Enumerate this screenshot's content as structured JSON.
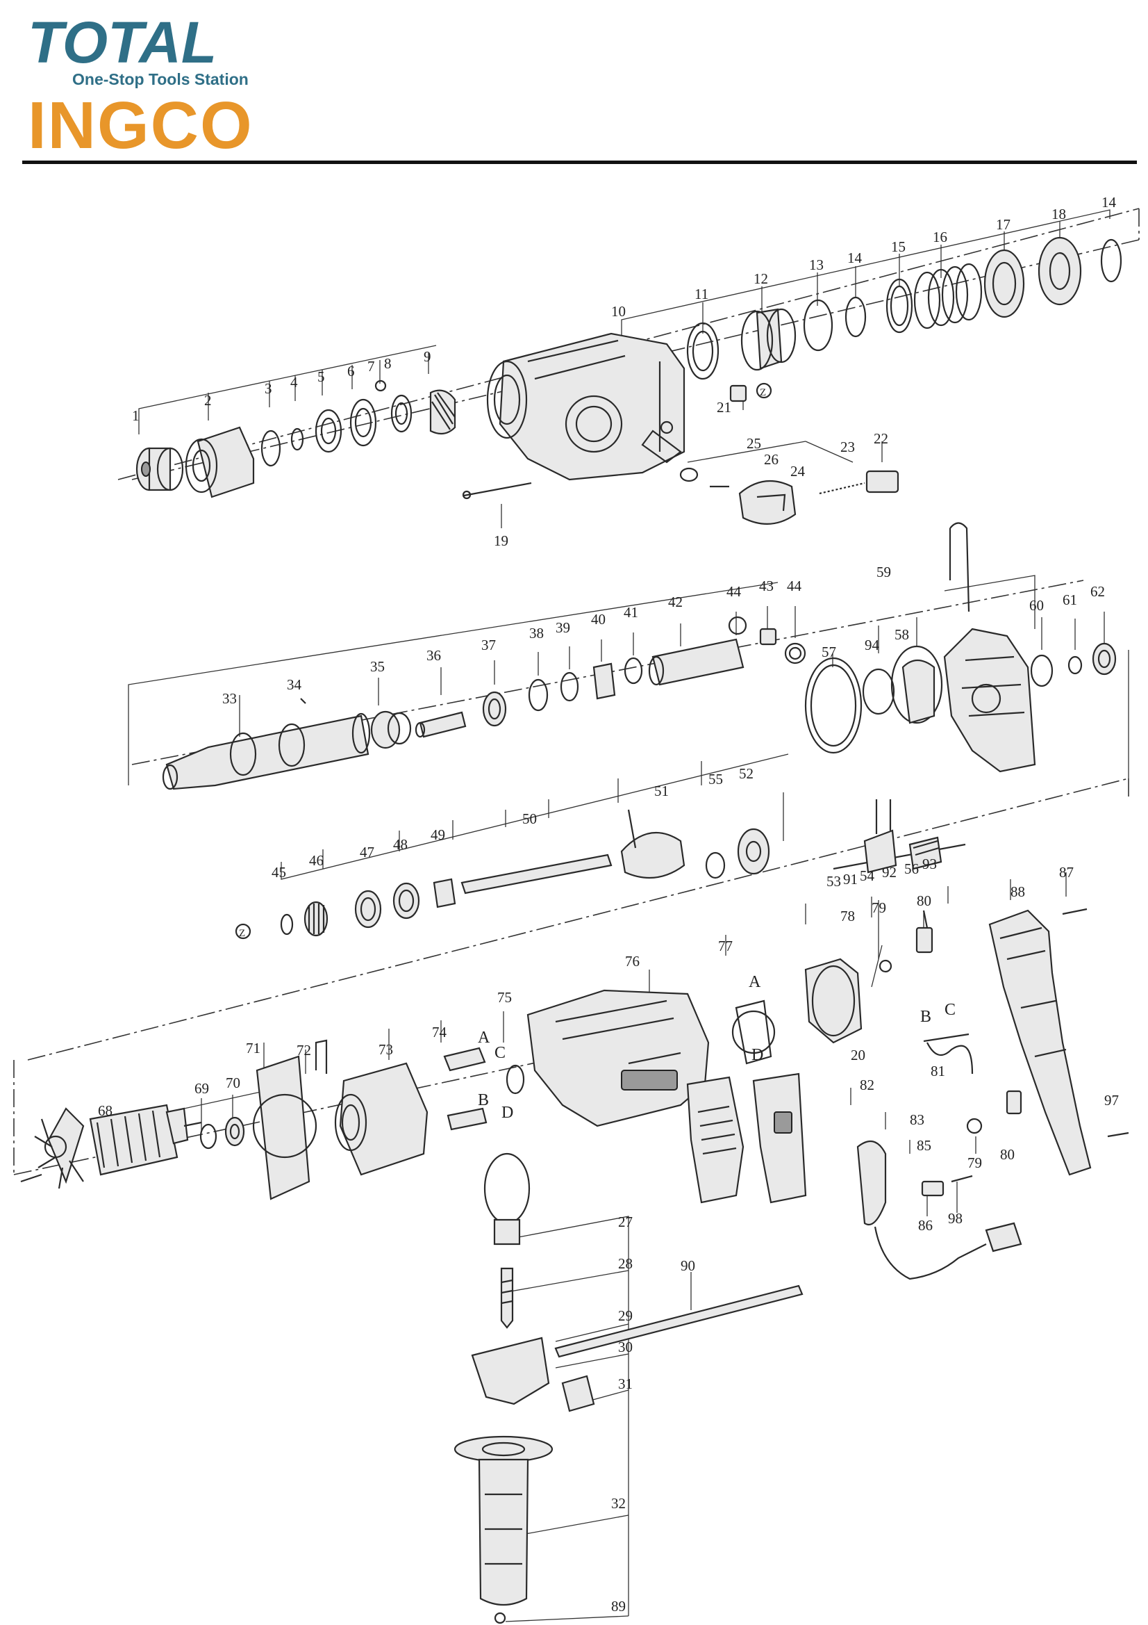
{
  "header": {
    "brand_primary": "TOTAL",
    "brand_tagline": "One-Stop Tools Station",
    "brand_secondary": "INGCO",
    "colors": {
      "total_blue": "#2f6f87",
      "ingco_orange": "#e8962a",
      "rule": "#111111"
    }
  },
  "labels": {
    "p1": "1",
    "p2": "2",
    "p3": "3",
    "p4": "4",
    "p5": "5",
    "p6": "6",
    "p7": "7",
    "p8": "8",
    "p9": "9",
    "p10": "10",
    "p11": "11",
    "p12": "12",
    "p13": "13",
    "p14a": "14",
    "p14b": "14",
    "p15": "15",
    "p16": "16",
    "p17": "17",
    "p18": "18",
    "p19": "19",
    "p20": "20",
    "p21": "21",
    "p22": "22",
    "p23": "23",
    "p24": "24",
    "p25": "25",
    "p26": "26",
    "p27": "27",
    "p28": "28",
    "p29": "29",
    "p30": "30",
    "p31": "31",
    "p32": "32",
    "p33": "33",
    "p34": "34",
    "p35": "35",
    "p36": "36",
    "p37": "37",
    "p38": "38",
    "p39": "39",
    "p40": "40",
    "p41": "41",
    "p42": "42",
    "p43": "43",
    "p44a": "44",
    "p44b": "44",
    "p45": "45",
    "p46": "46",
    "p47": "47",
    "p48": "48",
    "p49": "49",
    "p50": "50",
    "p51": "51",
    "p52": "52",
    "p53": "53",
    "p54": "54",
    "p55": "55",
    "p56": "56",
    "p57": "57",
    "p58": "58",
    "p59": "59",
    "p60": "60",
    "p61": "61",
    "p62": "62",
    "p68": "68",
    "p69": "69",
    "p70": "70",
    "p71": "71",
    "p72": "72",
    "p73": "73",
    "p74": "74",
    "p75": "75",
    "p76": "76",
    "p77": "77",
    "p78": "78",
    "p79a": "79",
    "p79b": "79",
    "p80a": "80",
    "p80b": "80",
    "p81": "81",
    "p82": "82",
    "p83": "83",
    "p85": "85",
    "p86": "86",
    "p87": "87",
    "p88": "88",
    "p89": "89",
    "p90": "90",
    "p91": "91",
    "p92": "92",
    "p93": "93",
    "p94": "94",
    "p97": "97",
    "p98": "98",
    "wA1": "A",
    "wB1": "B",
    "wC1": "C",
    "wD1": "D",
    "wA2": "A",
    "wB2": "B",
    "wC2": "C",
    "wD2": "D",
    "z1": "Z",
    "z2": "Z"
  }
}
